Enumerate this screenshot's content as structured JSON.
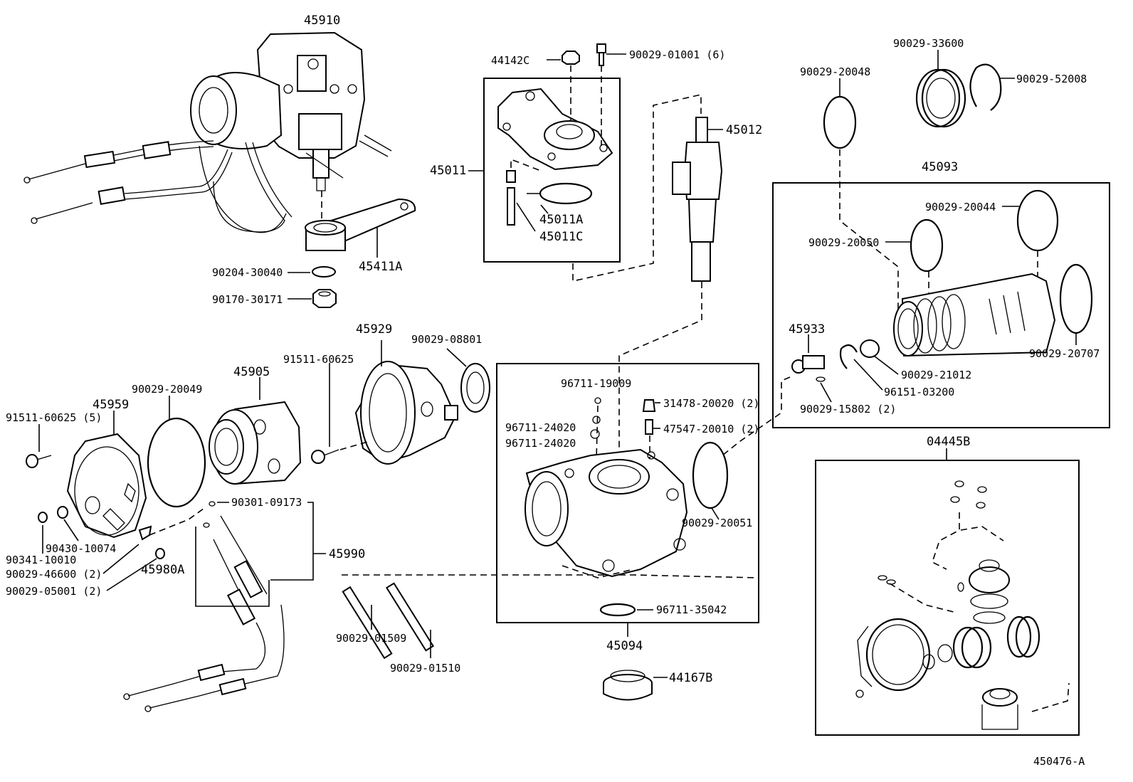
{
  "diagram_id": "450476-A",
  "labels": {
    "p45910": "45910",
    "p44142C": "44142C",
    "p90029_01001": "90029-01001 (6)",
    "p45011": "45011",
    "p45011A": "45011A",
    "p45011C": "45011C",
    "p45012": "45012",
    "p45411A": "45411A",
    "p90204_30040": "90204-30040",
    "p90170_30171": "90170-30171",
    "p90029_20048": "90029-20048",
    "p90029_33600": "90029-33600",
    "p90029_52008": "90029-52008",
    "p45093": "45093",
    "p90029_20044": "90029-20044",
    "p90029_20050": "90029-20050",
    "p45933": "45933",
    "p90029_20707": "90029-20707",
    "p90029_21012": "90029-21012",
    "p96151_03200": "96151-03200",
    "p90029_15802": "90029-15802 (2)",
    "p04445B": "04445B",
    "p45929": "45929",
    "p90029_08801": "90029-08801",
    "p45905": "45905",
    "p91511_60625": "91511-60625",
    "p45959": "45959",
    "p90029_20049": "90029-20049",
    "p91511_60625_5": "91511-60625 (5)",
    "p96711_19009": "96711-19009",
    "p31478_20020": "31478-20020 (2)",
    "p96711_24020a": "96711-24020",
    "p47547_20010": "47547-20010 (2)",
    "p96711_24020b": "96711-24020",
    "p90029_20051": "90029-20051",
    "p96711_35042": "96711-35042",
    "p45094": "45094",
    "p44167B": "44167B",
    "p90301_09173": "90301-09173",
    "p45990": "45990",
    "p45980A": "45980A",
    "p90341_10010": "90341-10010",
    "p90430_10074": "90430-10074",
    "p90029_46600": "90029-46600 (2)",
    "p90029_05001": "90029-05001 (2)",
    "p90029_01509": "90029-01509",
    "p90029_01510": "90029-01510"
  }
}
